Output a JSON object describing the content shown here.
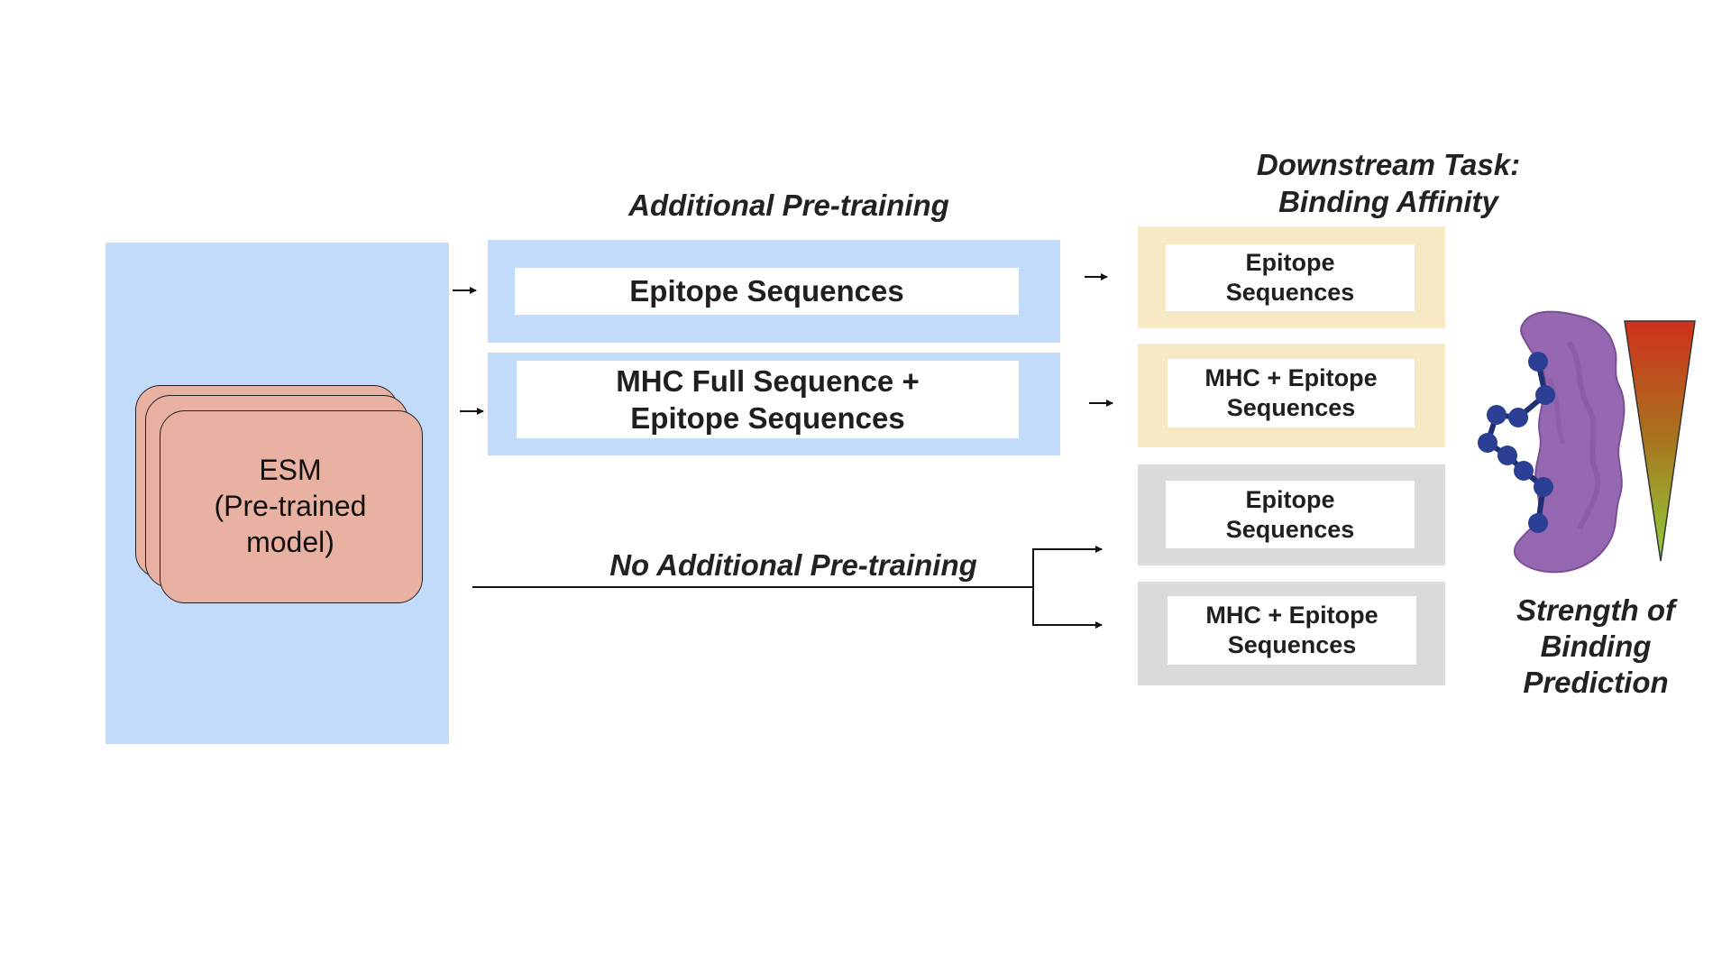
{
  "esm": {
    "label": "ESM\n(Pre-trained\nmodel)"
  },
  "headings": {
    "additional": "Additional Pre-training",
    "downstream": "Downstream Task:\nBinding Affinity",
    "none": "No Additional Pre-training",
    "strength": "Strength of\nBinding\nPrediction"
  },
  "pretrain_boxes": [
    {
      "label": "Epitope Sequences"
    },
    {
      "label": "MHC Full Sequence +\nEpitope Sequences"
    }
  ],
  "downstream_boxes": [
    {
      "label": "Epitope\nSequences",
      "group": "pre-trained"
    },
    {
      "label": "MHC + Epitope\nSequences",
      "group": "pre-trained"
    },
    {
      "label": "Epitope\nSequences",
      "group": "no-pretraining"
    },
    {
      "label": "MHC + Epitope\nSequences",
      "group": "no-pretraining"
    }
  ],
  "colors": {
    "pretraining_panel": "#c2dbfb",
    "downstream_pretrained": "#f8e8c3",
    "downstream_baseline": "#dadada",
    "esm_card": "#e8b1a1",
    "gradient_top": "#d0301c",
    "gradient_bottom": "#8fcf3c",
    "protein": "#9668b1",
    "peptide": "#2b3f94"
  }
}
